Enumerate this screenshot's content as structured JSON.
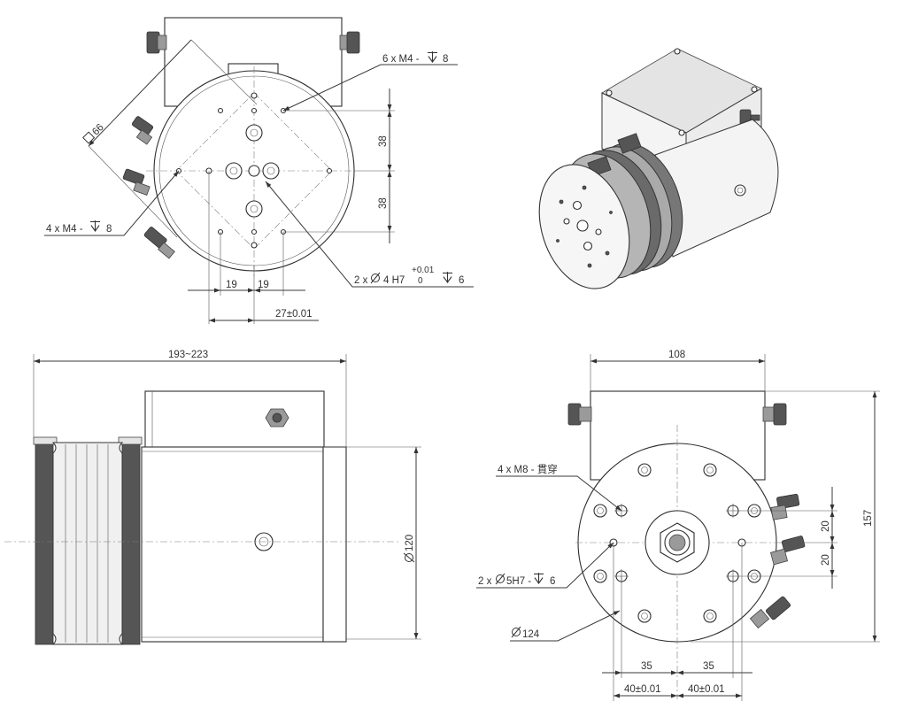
{
  "colors": {
    "line": "#333333",
    "background": "#ffffff",
    "fitting": "#555555"
  },
  "top_view": {
    "square_label": "66",
    "holes_6xm4": "6 x M4 - ",
    "holes_6xm4_depth": "8",
    "holes_4xm4": "4 x M4 - ",
    "holes_4xm4_depth": "8",
    "pin_label": "2 x ",
    "pin_size": "4 H7",
    "pin_tol_upper": "+0.01",
    "pin_tol_lower": "0",
    "pin_depth": "6",
    "dim_v1": "38",
    "dim_v2": "38",
    "dim_h1": "19",
    "dim_h2": "19",
    "dim_h3": "27±0.01"
  },
  "side_view": {
    "length": "193~223",
    "diameter": "120"
  },
  "front_view": {
    "width": "108",
    "height": "157",
    "holes_4xm8": "4 x M8 - 貫穿",
    "pin_label": "2 x ",
    "pin_size": "5H7 - ",
    "pin_depth": "6",
    "diameter": "124",
    "dim_v1": "20",
    "dim_v2": "20",
    "dim_h1": "35",
    "dim_h2": "35",
    "dim_h3": "40±0.01",
    "dim_h4": "40±0.01"
  }
}
